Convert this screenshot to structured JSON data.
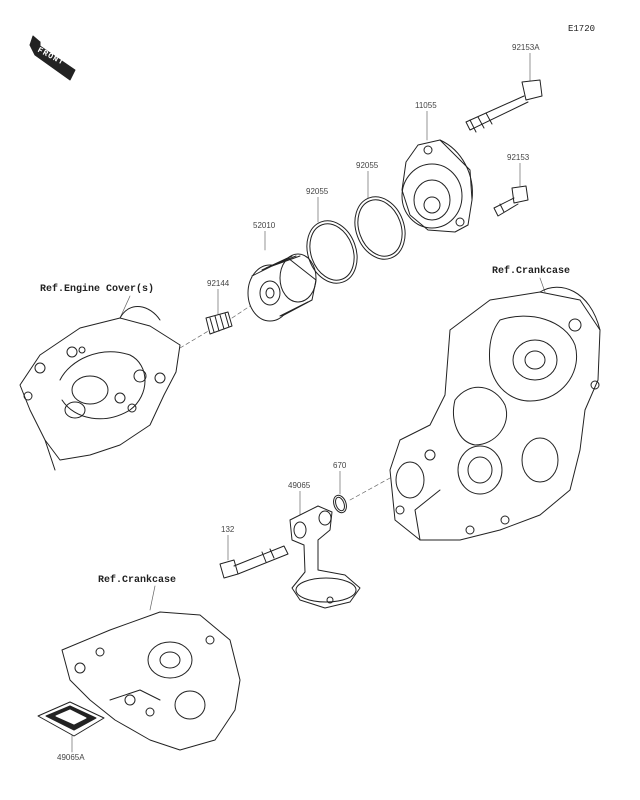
{
  "diagram_code": "E1720",
  "front_label": "FRONT",
  "refs": {
    "engine_cover": "Ref.Engine Cover(s)",
    "crankcase_right": "Ref.Crankcase",
    "crankcase_bottom": "Ref.Crankcase"
  },
  "parts": {
    "bolt_top": "92153A",
    "cover": "11055",
    "bolt_short": "92153",
    "oring_a": "92055",
    "oring_b": "92055",
    "filter": "52010",
    "spring": "92144",
    "oring_small": "670",
    "pipe": "49065",
    "bolt_pipe": "132",
    "screen": "49065A"
  }
}
